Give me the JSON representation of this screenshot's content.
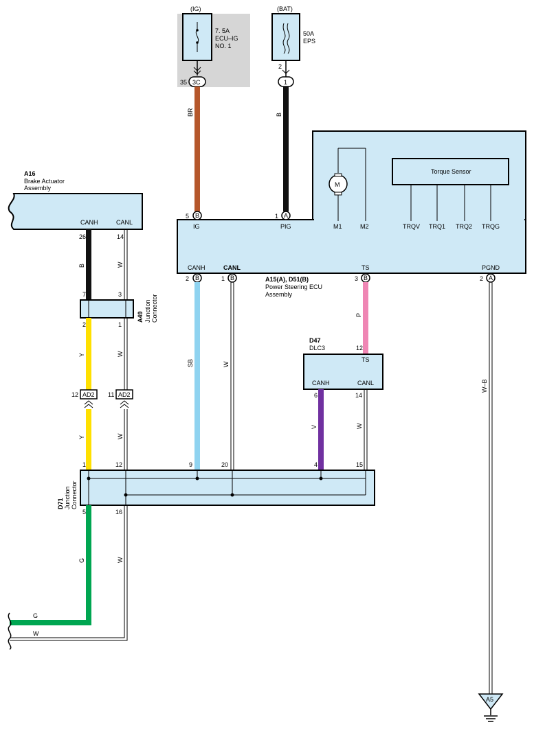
{
  "fuses": {
    "ig": {
      "source": "(IG)",
      "rating": "7. 5A",
      "name1": "ECU–IG",
      "name2": "NO. 1",
      "pin": "35",
      "conn": "3C"
    },
    "bat": {
      "source": "(BAT)",
      "rating": "50A",
      "name1": "EPS",
      "pin": "2",
      "conn": "1"
    }
  },
  "a16": {
    "id": "A16",
    "name1": "Brake Actuator",
    "name2": "Assembly",
    "canh": "CANH",
    "canl": "CANL",
    "pin_h": "26",
    "pin_l": "14"
  },
  "a49": {
    "id": "A49",
    "name1": "Junction",
    "name2": "Connector",
    "pin_t1": "7",
    "pin_t2": "3",
    "pin_b1": "2",
    "pin_b2": "1"
  },
  "ad2": {
    "label": "AD2",
    "pin1": "12",
    "pin2": "11"
  },
  "d71": {
    "id": "D71",
    "name1": "Junction",
    "name2": "Connector",
    "pins_top": [
      "1",
      "12",
      "9",
      "20",
      "4",
      "15"
    ],
    "pins_bottom": [
      "5",
      "16"
    ]
  },
  "ecu": {
    "id": "A15(A), D51(B)",
    "name1": "Power Steering ECU",
    "name2": "Assembly",
    "torque_sensor": "Torque Sensor",
    "motor": "M",
    "top_terms": [
      "IG",
      "PIG",
      "M1",
      "M2",
      "TRQV",
      "TRQ1",
      "TRQ2",
      "TRQG"
    ],
    "bottom_terms": [
      "CANH",
      "CANL",
      "TS",
      "PGND"
    ],
    "pin_ig": "5",
    "conn_ig": "B",
    "pin_pig": "1",
    "conn_pig": "A",
    "pin_canh": "2",
    "conn_canh": "B",
    "pin_canl": "1",
    "conn_canl": "B",
    "pin_ts": "3",
    "conn_ts": "B",
    "pin_pgnd": "2",
    "conn_pgnd": "A"
  },
  "d47": {
    "id": "D47",
    "name1": "DLC3",
    "ts": "TS",
    "canh": "CANH",
    "canl": "CANL",
    "pin_ts": "12",
    "pin_canh": "6",
    "pin_canl": "14"
  },
  "ground": {
    "label": "A5"
  },
  "wire_colors": {
    "br": "BR",
    "b": "B",
    "w": "W",
    "y": "Y",
    "g": "G",
    "sb": "SB",
    "p": "P",
    "v": "V",
    "wb": "W–B"
  },
  "colors": {
    "brown": "#b5572b",
    "black": "#111111",
    "yellow": "#ffe000",
    "green": "#00a651",
    "sky_blue": "#8fd3f0",
    "pink": "#ef86b4",
    "violet": "#7030a0",
    "box_fill": "#cfe9f6",
    "fuse_bg": "#d6d6d6"
  }
}
